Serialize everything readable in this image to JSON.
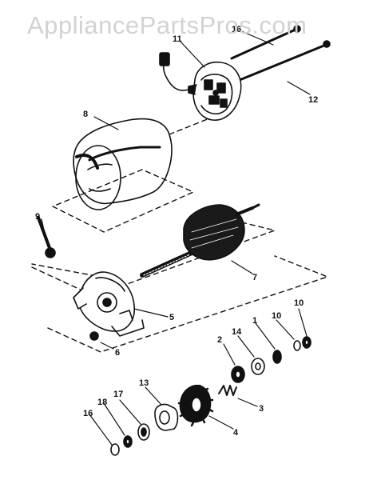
{
  "watermark": "AppliancePartsPros.com",
  "callouts": {
    "c16_top": "16",
    "c11": "11",
    "c12": "12",
    "c8": "8",
    "c9": "9",
    "c7": "7",
    "c5": "5",
    "c6": "6",
    "c2": "2",
    "c14": "14",
    "c1": "1",
    "c10_a": "10",
    "c10_b": "10",
    "c13": "13",
    "c3": "3",
    "c4": "4",
    "c18": "18",
    "c17": "17",
    "c16_bottom": "16"
  },
  "colors": {
    "ink": "#111111",
    "fill": "#1a1a1a",
    "paper": "#ffffff",
    "watermark": "#d2d2d2"
  }
}
